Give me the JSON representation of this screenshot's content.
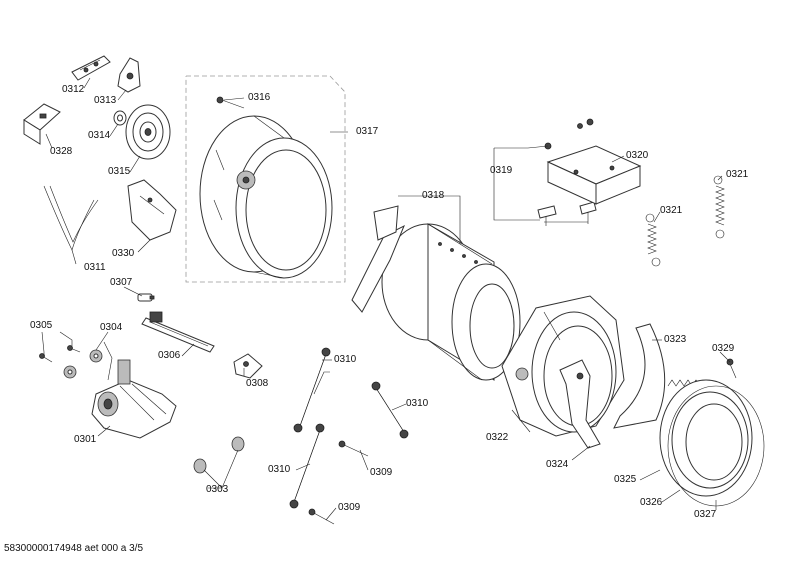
{
  "diagram": {
    "labels": {
      "l0312": "0312",
      "l0313": "0313",
      "l0314": "0314",
      "l0315": "0315",
      "l0316": "0316",
      "l0317": "0317",
      "l0328": "0328",
      "l0330": "0330",
      "l0311": "0311",
      "l0307": "0307",
      "l0305": "0305",
      "l0304": "0304",
      "l0306": "0306",
      "l0308": "0308",
      "l0301": "0301",
      "l0303": "0303",
      "l0310a": "0310",
      "l0310b": "0310",
      "l0310c": "0310",
      "l0309a": "0309",
      "l0309b": "0309",
      "l0318": "0318",
      "l0319": "0319",
      "l0320": "0320",
      "l0321a": "0321",
      "l0321b": "0321",
      "l0322": "0322",
      "l0323": "0323",
      "l0324": "0324",
      "l0325": "0325",
      "l0326": "0326",
      "l0327": "0327",
      "l0329": "0329"
    },
    "footer": "58300000174948 aet 000 a 3/5"
  }
}
